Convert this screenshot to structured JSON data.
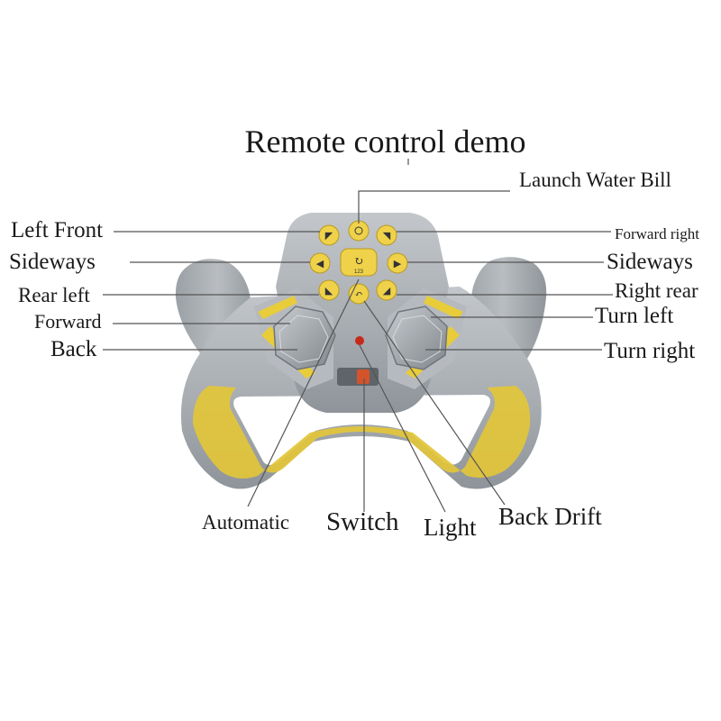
{
  "title": "Remote control demo",
  "labels": {
    "launch_water_bill": "Launch Water Bill",
    "left_front": "Left Front",
    "forward_right": "Forward right",
    "sideways_left": "Sideways",
    "sideways_right": "Sideways",
    "rear_left": "Rear left",
    "right_rear": "Right rear",
    "forward": "Forward",
    "turn_left": "Turn left",
    "back": "Back",
    "turn_right": "Turn right",
    "automatic": "Automatic",
    "switch": "Switch",
    "light": "Light",
    "back_drift": "Back Drift"
  },
  "keypad_center_text": "123",
  "colors": {
    "body": "#a9aeb3",
    "body_dark": "#7d8388",
    "accent_yellow": "#e8cc3a",
    "button_yellow": "#efd24a",
    "indicator_red": "#c42a1a",
    "switch_orange": "#d4532a",
    "leader_line": "#555555"
  }
}
